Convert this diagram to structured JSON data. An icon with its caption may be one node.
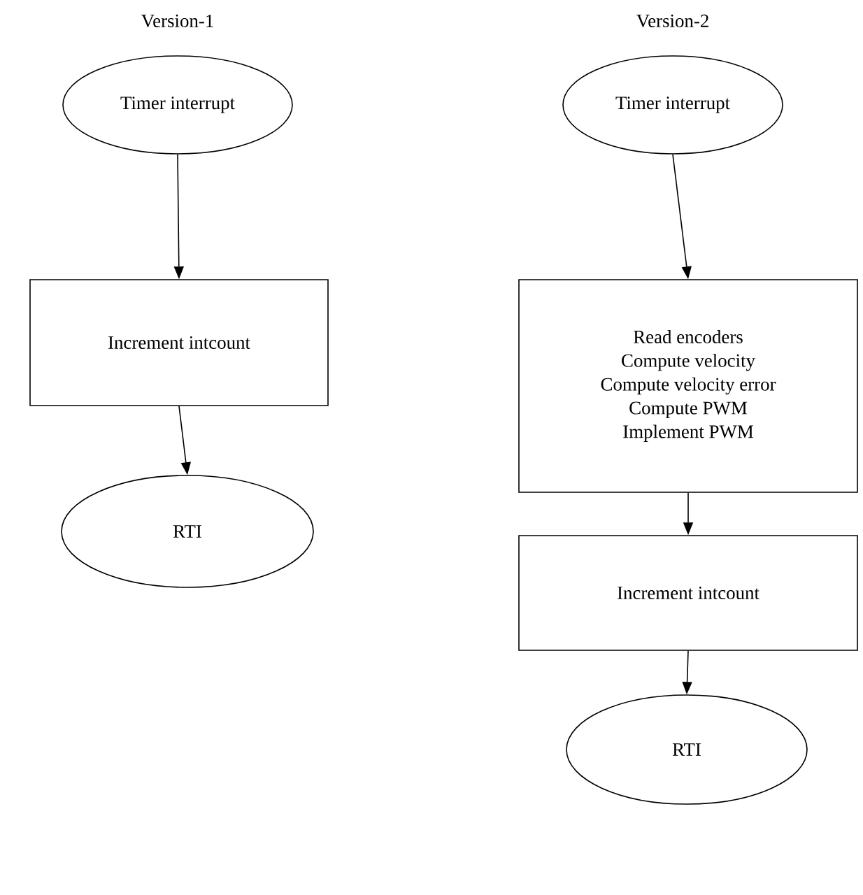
{
  "diagram": {
    "nodes": [
      {
        "text": [
          "Timer interrupt"
        ]
      },
      {
        "text": [
          "Increment intcount"
        ]
      },
      {
        "text": [
          "RTI"
        ]
      },
      {
        "text": [
          "Timer interrupt"
        ]
      },
      {
        "text": [
          "Read encoders",
          "Compute velocity",
          "Compute velocity error",
          "Compute PWM",
          "Implement PWM"
        ]
      },
      {
        "text": [
          "Increment intcount"
        ]
      },
      {
        "text": [
          "RTI"
        ]
      }
    ],
    "edges": [
      {
        "from": 0,
        "to": 1,
        "arrow": "to"
      },
      {
        "from": 1,
        "to": 2,
        "arrow": "to"
      },
      {
        "from": 3,
        "to": 4,
        "arrow": "to"
      },
      {
        "from": 4,
        "to": 5,
        "arrow": "to"
      },
      {
        "from": 5,
        "to": 6,
        "arrow": "to"
      }
    ],
    "labels": [
      "Version-1",
      "Version-2"
    ]
  }
}
